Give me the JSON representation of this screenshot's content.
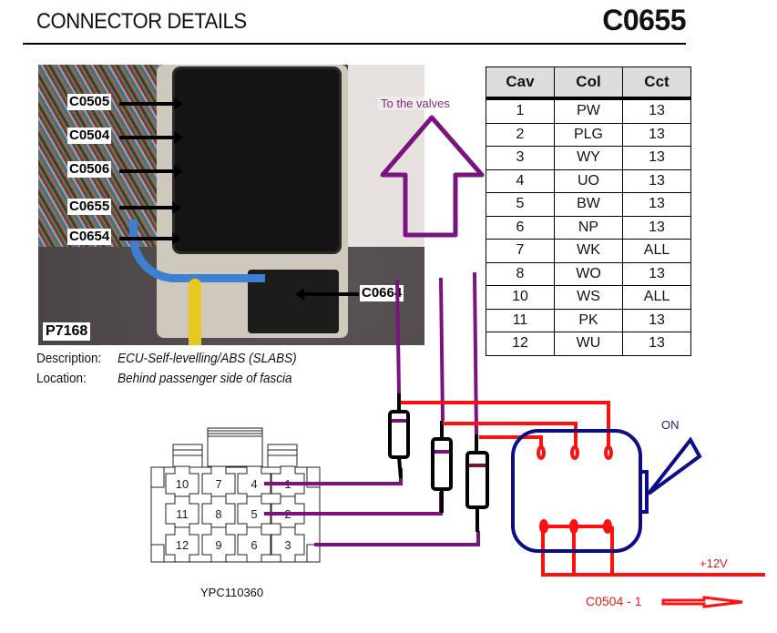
{
  "header": {
    "title": "CONNECTOR DETAILS",
    "connector_code": "C0655"
  },
  "photo": {
    "figure_id": "P7168",
    "callouts": [
      {
        "label": "C0505"
      },
      {
        "label": "C0504"
      },
      {
        "label": "C0506"
      },
      {
        "label": "C0655"
      },
      {
        "label": "C0654"
      },
      {
        "label": "C0664"
      }
    ]
  },
  "annotations": {
    "valves_label": "To the valves",
    "on_label": "ON",
    "supply_label": "+12V",
    "supply_source": "C0504 - 1"
  },
  "pin_table": {
    "headers": [
      "Cav",
      "Col",
      "Cct"
    ],
    "rows": [
      [
        "1",
        "PW",
        "13"
      ],
      [
        "2",
        "PLG",
        "13"
      ],
      [
        "3",
        "WY",
        "13"
      ],
      [
        "4",
        "UO",
        "13"
      ],
      [
        "5",
        "BW",
        "13"
      ],
      [
        "6",
        "NP",
        "13"
      ],
      [
        "7",
        "WK",
        "ALL"
      ],
      [
        "8",
        "WO",
        "13"
      ],
      [
        "10",
        "WS",
        "ALL"
      ],
      [
        "11",
        "PK",
        "13"
      ],
      [
        "12",
        "WU",
        "13"
      ]
    ]
  },
  "info": {
    "description_label": "Description:",
    "description_value": "ECU-Self-levelling/ABS (SLABS)",
    "location_label": "Location:",
    "location_value": "Behind passenger side of fascia"
  },
  "connector_face": {
    "part_number": "YPC110360",
    "cavity_rows": [
      [
        "10",
        "7",
        "4",
        "1"
      ],
      [
        "11",
        "8",
        "5",
        "2"
      ],
      [
        "12",
        "9",
        "6",
        "3"
      ]
    ]
  },
  "colors": {
    "wire_purple": "#7a1380",
    "wire_red": "#ff1010",
    "switch_blue": "#0c0c8a",
    "label_red": "#e02020"
  }
}
